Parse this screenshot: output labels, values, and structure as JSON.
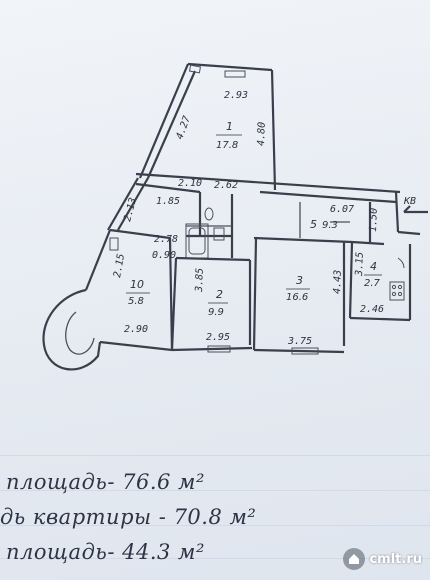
{
  "floor_plan": {
    "rooms": [
      {
        "id": "1",
        "number": "1",
        "area": "17.8"
      },
      {
        "id": "2",
        "number": "2",
        "area": "9.9"
      },
      {
        "id": "3",
        "number": "3",
        "area": "16.6"
      },
      {
        "id": "4",
        "number": "4",
        "area": "2.7"
      },
      {
        "id": "5",
        "number": "5",
        "area": "9.3"
      },
      {
        "id": "10",
        "number": "10",
        "area": "5.8"
      }
    ],
    "dimensions": {
      "d_293": "2.93",
      "d_427": "4.27",
      "d_480": "4.80",
      "d_210": "2.10",
      "d_262": "2.62",
      "d_607": "6.07",
      "d_150": "1.50",
      "d_185": "1.85",
      "d_213": "2.13",
      "d_278": "2.78",
      "d_090": "0.90",
      "d_215": "2.15",
      "d_385": "3.85",
      "d_443": "4.43",
      "d_315": "3.15",
      "d_246": "2.46",
      "d_290": "2.90",
      "d_295": "2.95",
      "d_375": "3.75"
    },
    "kv_label": "КВ"
  },
  "summary": {
    "line1": "площадь- 76.6 м²",
    "line2": "дь квартиры - 70.8 м²",
    "line3": "площадь- 44.3 м²"
  },
  "watermark": {
    "text": "cmlt.ru"
  }
}
